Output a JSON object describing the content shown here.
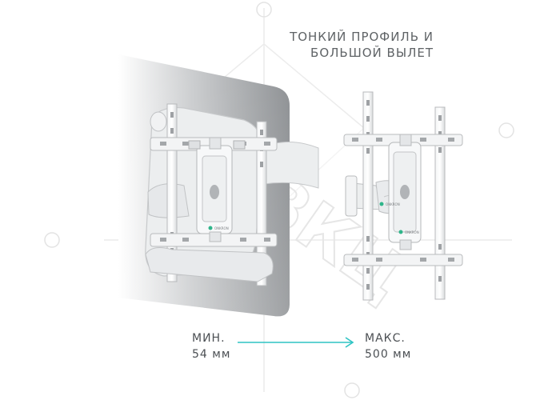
{
  "headline": {
    "line1": "ТОНКИЙ ПРОФИЛЬ И",
    "line2": "БОЛЬШОЙ ВЫЛЕТ"
  },
  "dimensions": {
    "min": {
      "label": "МИН.",
      "value": "54 мм"
    },
    "max": {
      "label": "МАКС.",
      "value": "500 мм"
    }
  },
  "watermark": {
    "text": "ВКЦ"
  },
  "brand": {
    "logo_text": "ONKRON"
  },
  "colors": {
    "accent_arrow": "#2ec4c4",
    "brand_green": "#2fb58a",
    "text": "#5f6366",
    "watermark": "#e9e9e9"
  }
}
